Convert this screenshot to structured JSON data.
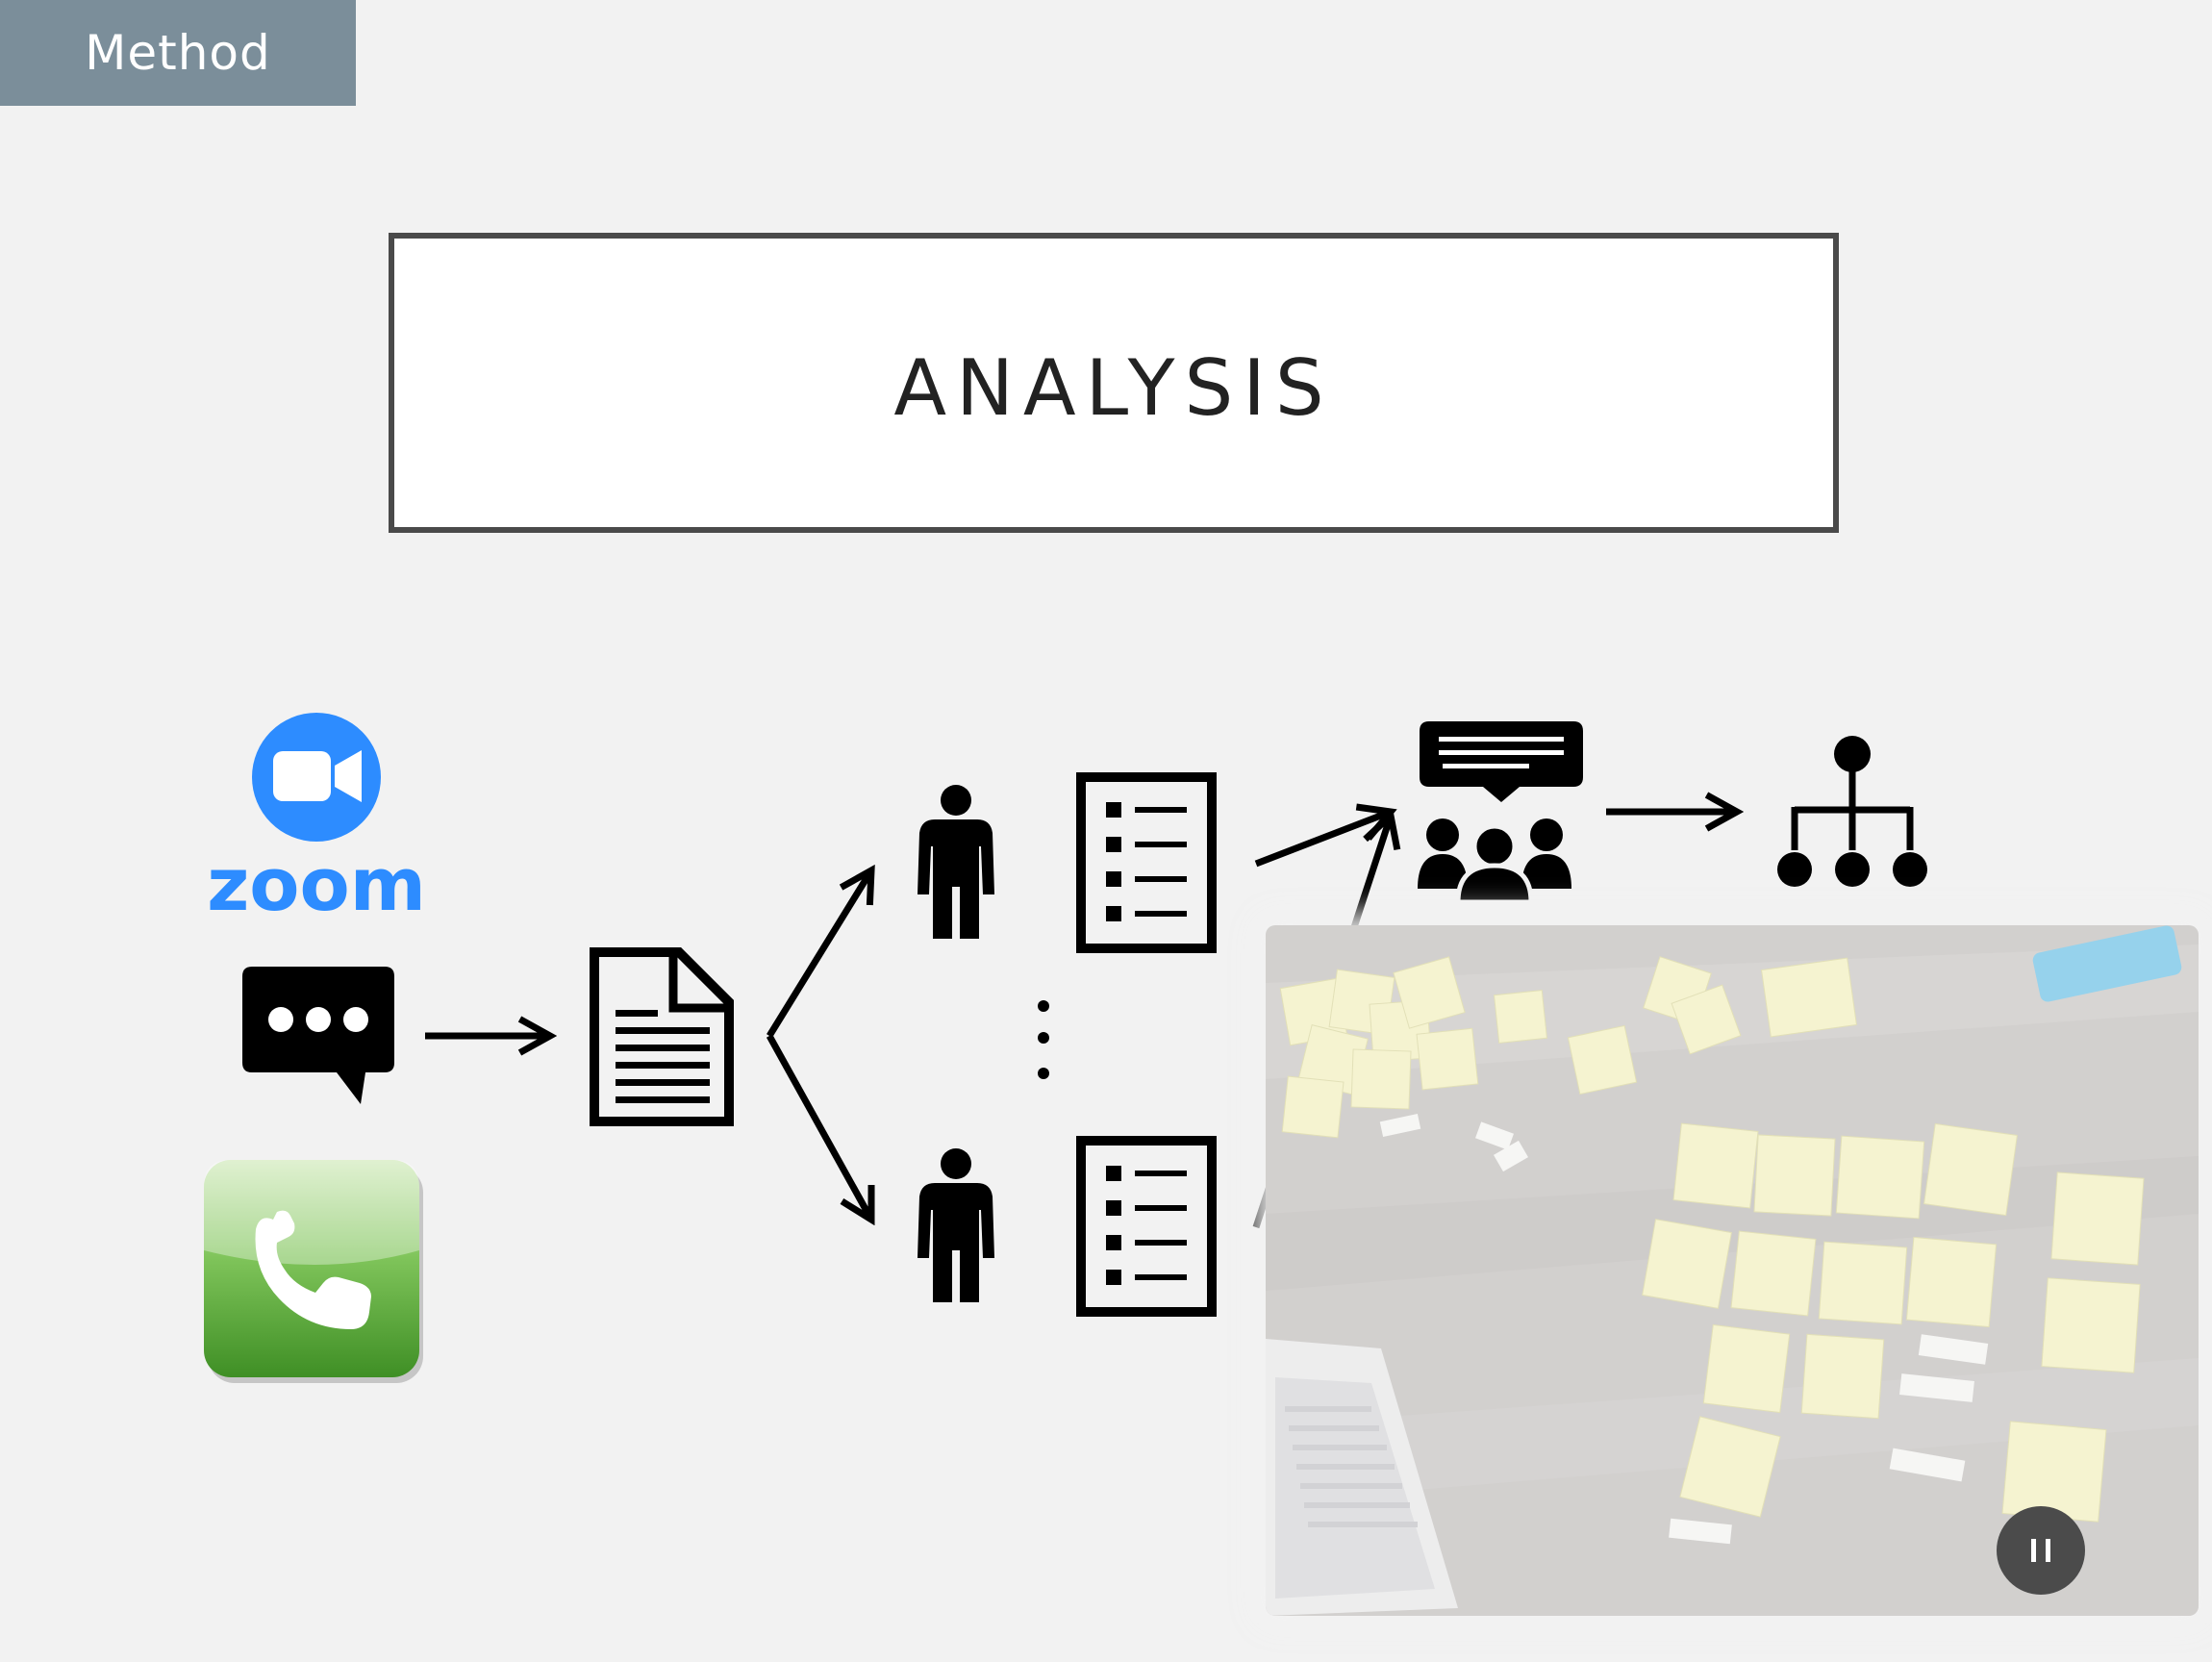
{
  "section_tag": "Method",
  "title": "ANALYSIS",
  "zoom_logo_text": "zoom",
  "icons": {
    "zoom": "zoom-logo-icon",
    "chat": "chat-bubble-icon",
    "phone": "phone-app-icon",
    "document": "document-icon",
    "person": "person-icon",
    "list": "checklist-icon",
    "meeting": "group-discussion-icon",
    "hierarchy": "hierarchy-tree-icon",
    "pause": "pause-icon"
  },
  "colors": {
    "section_tag_bg": "#7b8e9a",
    "background": "#f2f2f2",
    "zoom_blue": "#2d8cff",
    "phone_green": "#5aa83a",
    "sticky_note": "#f3f1c6"
  }
}
